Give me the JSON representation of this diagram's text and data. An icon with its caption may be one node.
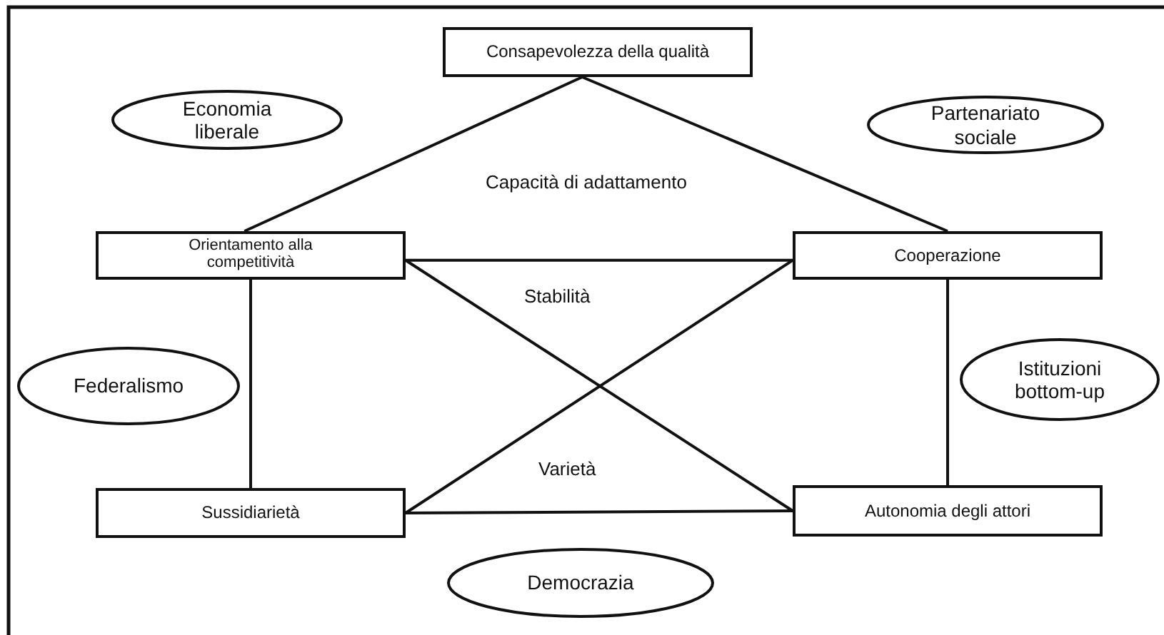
{
  "diagram": {
    "nodes": [
      {
        "text": [
          "Consapevolezza della qualità"
        ]
      },
      {
        "text": [
          "Economia liberale"
        ]
      },
      {
        "text": [
          "Partenariato sociale"
        ]
      },
      {
        "text": [
          "Orientamento alla competitività"
        ]
      },
      {
        "text": [
          "Cooperazione"
        ]
      },
      {
        "text": [
          "Federalismo"
        ]
      },
      {
        "text": [
          "Istituzioni bottom-up"
        ]
      },
      {
        "text": [
          "Sussidiarietà"
        ]
      },
      {
        "text": [
          "Autonomia degli attori"
        ]
      },
      {
        "text": [
          "Democrazia"
        ]
      }
    ],
    "edges": [
      {
        "from": 0,
        "to": 3,
        "arrow": "none"
      },
      {
        "from": 0,
        "to": 4,
        "arrow": "none"
      },
      {
        "from": 3,
        "to": 4,
        "arrow": "none"
      },
      {
        "from": 3,
        "to": 8,
        "arrow": "none"
      },
      {
        "from": 7,
        "to": 4,
        "arrow": "none"
      },
      {
        "from": 7,
        "to": 8,
        "arrow": "none"
      },
      {
        "from": 3,
        "to": 7,
        "arrow": "none"
      },
      {
        "from": 4,
        "to": 8,
        "arrow": "none"
      }
    ],
    "labels": [
      "Capacità di adattamento",
      "Stabilità",
      "Varietà"
    ]
  }
}
